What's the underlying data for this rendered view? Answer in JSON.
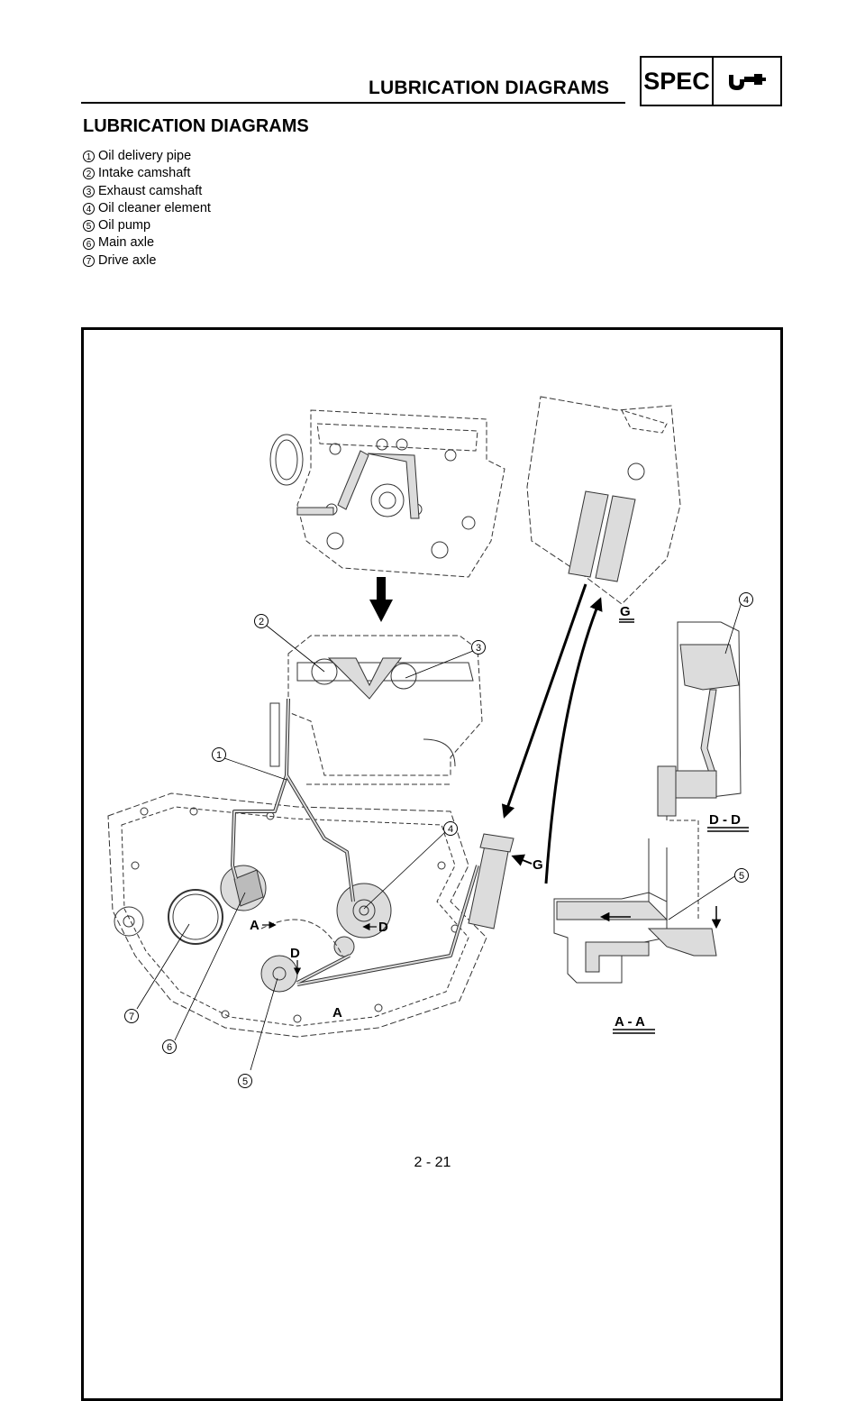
{
  "header": {
    "title": "LUBRICATION DIAGRAMS",
    "badge": "SPEC",
    "badge_icon": "micrometer-icon"
  },
  "section": {
    "title": "LUBRICATION DIAGRAMS"
  },
  "legend": [
    {
      "num": "1",
      "label": "Oil delivery pipe"
    },
    {
      "num": "2",
      "label": "Intake camshaft"
    },
    {
      "num": "3",
      "label": "Exhaust camshaft"
    },
    {
      "num": "4",
      "label": "Oil cleaner element"
    },
    {
      "num": "5",
      "label": "Oil pump"
    },
    {
      "num": "6",
      "label": "Main axle"
    },
    {
      "num": "7",
      "label": "Drive axle"
    }
  ],
  "diagram": {
    "callouts": [
      "1",
      "2",
      "3",
      "4",
      "4",
      "5",
      "5",
      "6",
      "7"
    ],
    "section_labels": {
      "g": "G",
      "g_arrow": "G",
      "dd": "D - D",
      "aa": "A - A",
      "a_top": "A",
      "a_bottom": "A",
      "d_right": "D",
      "d_center": "D"
    }
  },
  "footer": {
    "page_number": "2 - 21"
  }
}
